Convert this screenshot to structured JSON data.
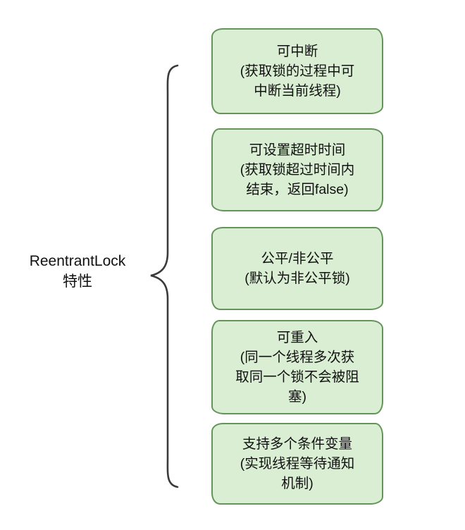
{
  "root": {
    "line1": "ReentrantLock",
    "line2": "特性"
  },
  "nodes": [
    {
      "id": "interruptible",
      "text": "可中断\n(获取锁的过程中可\n中断当前线程)"
    },
    {
      "id": "timeout",
      "text": "可设置超时时间\n(获取锁超过时间内\n结束，返回false)"
    },
    {
      "id": "fairness",
      "text": "公平/非公平\n(默认为非公平锁)"
    },
    {
      "id": "reentrant",
      "text": "可重入\n(同一个线程多次获\n取同一个锁不会被阻\n塞)"
    },
    {
      "id": "conditions",
      "text": "支持多个条件变量\n(实现线程等待通知\n机制)"
    }
  ],
  "colors": {
    "background": "#ffffff",
    "box_fill": "#d9eed3",
    "box_border": "#649459",
    "brace_stroke": "#3a3a3a",
    "text": "#111111"
  }
}
